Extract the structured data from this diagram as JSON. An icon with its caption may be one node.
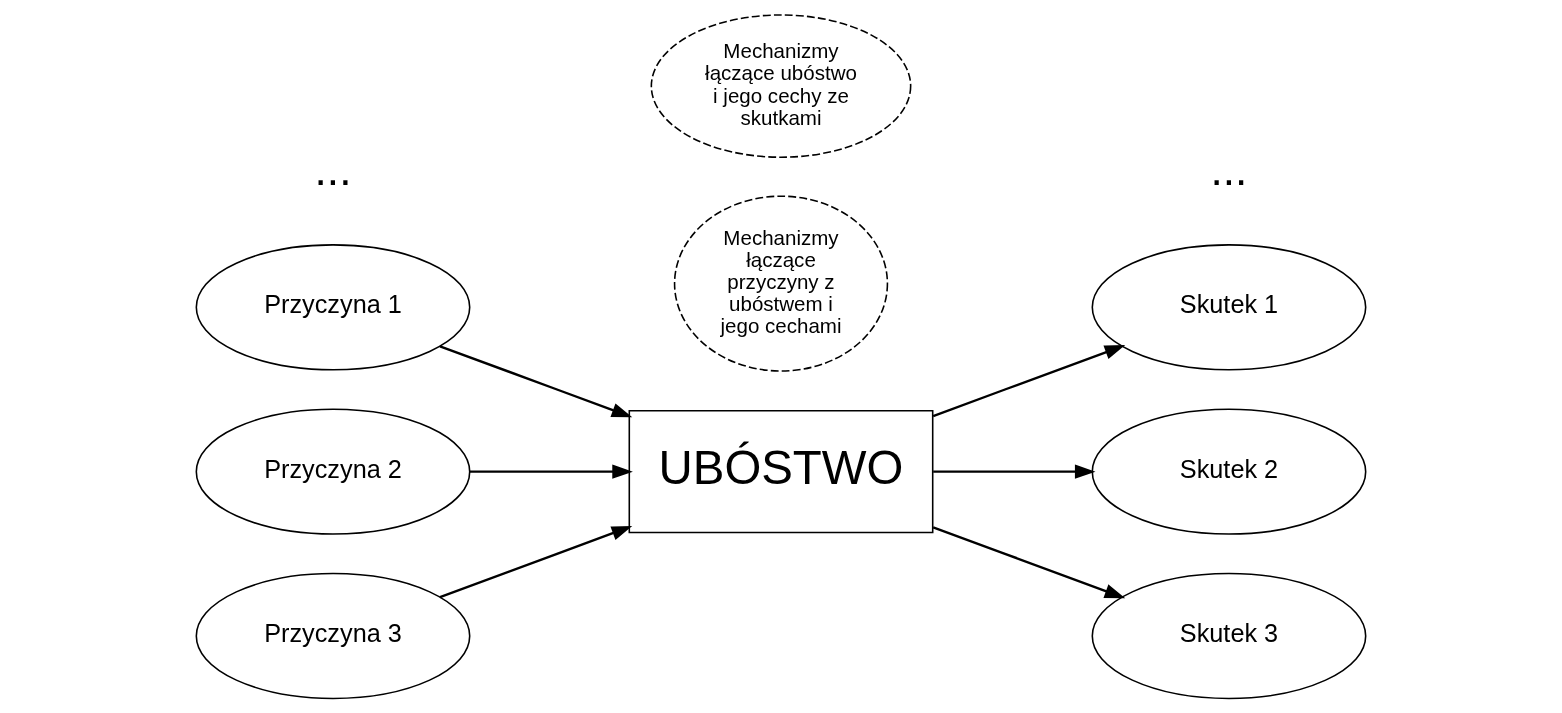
{
  "diagram": {
    "nodes": [
      {
        "text": [
          "Przyczyna 1"
        ]
      },
      {
        "text": [
          "Przyczyna 2"
        ]
      },
      {
        "text": [
          "Przyczyna 3"
        ]
      },
      {
        "text": [
          "Mechanizmy łączące przyczyny z ubóstwem i jego cechami"
        ]
      },
      {
        "text": [
          "UBÓSTWO"
        ]
      },
      {
        "text": [
          "Mechanizmy łączące ubóstwo i jego cechy ze skutkami"
        ]
      },
      {
        "text": [
          "Skutek 1"
        ]
      },
      {
        "text": [
          "Skutek 2"
        ]
      },
      {
        "text": [
          "Skutek 3"
        ]
      }
    ],
    "edges": [
      {
        "from": 0,
        "to": 4,
        "arrow": "to"
      },
      {
        "from": 1,
        "to": 4,
        "arrow": "to"
      },
      {
        "from": 2,
        "to": 4,
        "arrow": "to"
      },
      {
        "from": 4,
        "to": 6,
        "arrow": "to"
      },
      {
        "from": 4,
        "to": 7,
        "arrow": "to"
      },
      {
        "from": 4,
        "to": 8,
        "arrow": "to"
      }
    ],
    "labels": [
      "...",
      "..."
    ]
  }
}
